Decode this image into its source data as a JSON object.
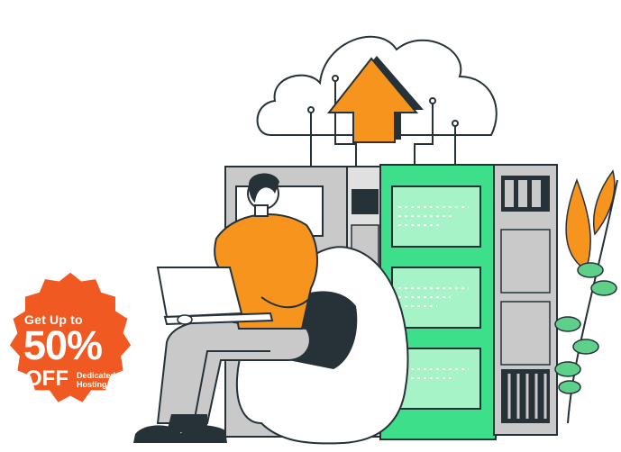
{
  "promo": {
    "line1": "Get Up to",
    "percent": "50%",
    "off": "OFF",
    "detail_line1": "Dedicated",
    "detail_line2": "Hosting"
  },
  "colors": {
    "badge": "#f05a22",
    "accent_orange": "#f7941d",
    "server_green": "#3ddf8a",
    "server_gray": "#c9c9c9",
    "outline": "#263238",
    "leaf_green": "#5fd08a"
  },
  "illustration": {
    "subject": "person with laptop on bean bag beside server racks and cloud",
    "icons": [
      "cloud-icon",
      "upload-arrow-icon",
      "server-rack-icon",
      "laptop-icon",
      "plant-icon"
    ]
  }
}
